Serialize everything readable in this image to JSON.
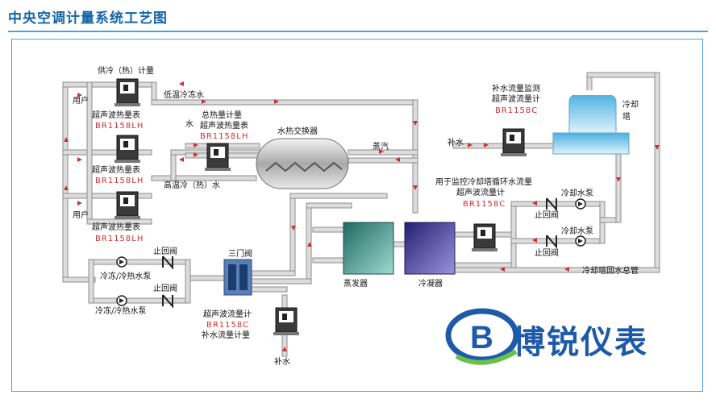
{
  "title": "中央空调计量系统工艺图",
  "brand": {
    "name": "博锐仪表",
    "logo_letter": "B"
  },
  "colors": {
    "title": "#1565a8",
    "frame": "#4aa0d8",
    "pipe_fill": "#dcdcdc",
    "pipe_edge": "#8c8c8c",
    "flow_arrow": "#d03030",
    "model_text": "#d03030",
    "brand": "#1e5aa8"
  },
  "labels": {
    "supply_meter": "供冷（热）计量",
    "user": "用户",
    "ultrasonic_heat_meter": "超声波热量表",
    "model_lh": "BR1158LH",
    "model_c": "BR1158C",
    "low_temp_water": "低温冷冻水",
    "high_temp_water": "高温冷（热）水",
    "total_heat_meter": "总热量计量",
    "heat_meter_2": "超声波热量表",
    "water": "水",
    "heat_exchanger": "水热交换器",
    "steam": "蒸汽",
    "makeup_monitor_1": "补水流量监测",
    "makeup_monitor_2": "超声波流量计",
    "cooling_tower_1": "冷却",
    "cooling_tower_2": "塔",
    "makeup_water": "补水",
    "loop_monitor_1": "用于监控冷却塔循环水流量",
    "loop_monitor_2": "超声波流量计",
    "cooling_pump": "冷却水泵",
    "check_valve": "止回阀",
    "three_way_valve": "三门阀",
    "evaporator": "蒸发器",
    "condenser": "冷凝器",
    "return_main": "冷却塔回水总管",
    "chiller_pump": "冷冻/冷热水泵",
    "flow_meter": "超声波流量计",
    "makeup_flow_meter": "补水流量计量"
  }
}
